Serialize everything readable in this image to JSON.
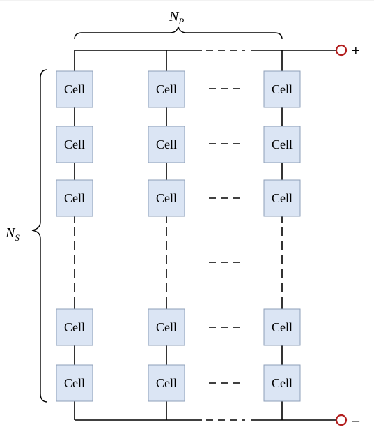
{
  "cell_label": "Cell",
  "labels": {
    "np_main": "N",
    "np_sub": "P",
    "ns_main": "N",
    "ns_sub": "S"
  },
  "terminals": {
    "positive": "+",
    "negative": "–"
  },
  "grid": {
    "visible_rows": 5,
    "visible_columns": 3,
    "elided_row_marker": "---",
    "elided_column_marker": "---"
  }
}
